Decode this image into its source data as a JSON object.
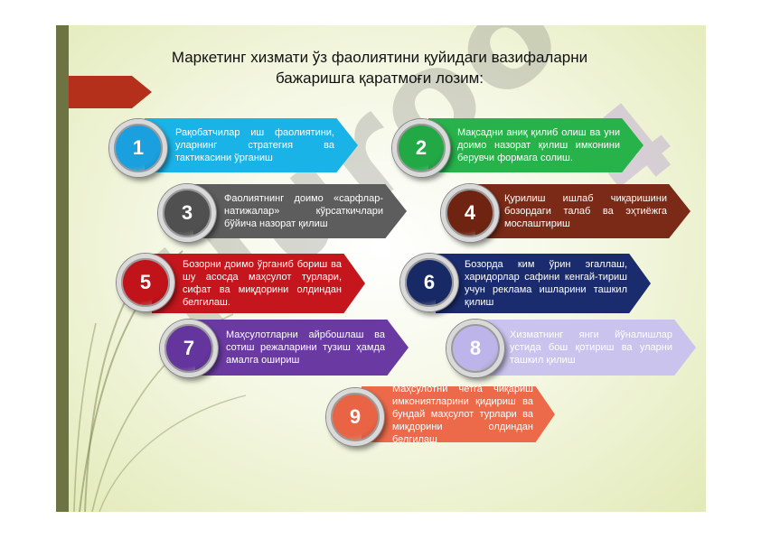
{
  "title_line1": "Маркетинг хизмати ўз фаолиятини қуйидаги вазифаларни",
  "title_line2": "бажаришга қаратмоғи лозим:",
  "watermark_main": "Huroo",
  "watermark_top": "4",
  "items": [
    {
      "number": "1",
      "text": "Рақобатчилар иш фаолиятини, уларнинг стратегия ва тактикасини ўрганиш",
      "color": "#1ab3e8",
      "circle_color": "#1aa0de"
    },
    {
      "number": "2",
      "text": "Мақсадни аниқ қилиб олиш ва уни доимо назорат қилиш имконини берувчи формага солиш.",
      "color": "#27b24a",
      "circle_color": "#22a845"
    },
    {
      "number": "3",
      "text": "Фаолиятнинг доимо «сарфлар-натижалар» кўрсаткичлари бўйича назорат қилиш",
      "color": "#5d5d5d",
      "circle_color": "#505050"
    },
    {
      "number": "4",
      "text": "Қурилиш ишлаб чиқаришини бозордаги талаб ва эҳтиёжга мослаштириш",
      "color": "#7a2a16",
      "circle_color": "#6e2410"
    },
    {
      "number": "5",
      "text": "Бозорни доимо ўрганиб бориш ва шу асосда маҳсулот турлари, сифат ва миқдорини олдиндан белгилаш.",
      "color": "#c4161c",
      "circle_color": "#c0141a"
    },
    {
      "number": "6",
      "text": "Бозорда ким ўрин эгаллаш, харидорлар сафини кенгай-тириш учун реклама ишларини ташкил қилиш",
      "color": "#1a2c6e",
      "circle_color": "#182a66"
    },
    {
      "number": "7",
      "text": "Маҳсулотларни айрбошлаш ва сотиш режаларини тузиш ҳамда амалга ошириш",
      "color": "#6a3aa2",
      "circle_color": "#64359c"
    },
    {
      "number": "8",
      "text": "Хизматнинг янги йўналишлар устида бош қотириш ва уларни ташкил қилиш",
      "color": "#c9c3ee",
      "circle_color": "#bdb5ea"
    },
    {
      "number": "9",
      "text": "Маҳсулотни четга чиқариш имкониятларини қидириш ва бундай маҳсулот турлари ва миқдорини олдиндан белгилаш",
      "color": "#ec6a4a",
      "circle_color": "#e96444"
    }
  ]
}
